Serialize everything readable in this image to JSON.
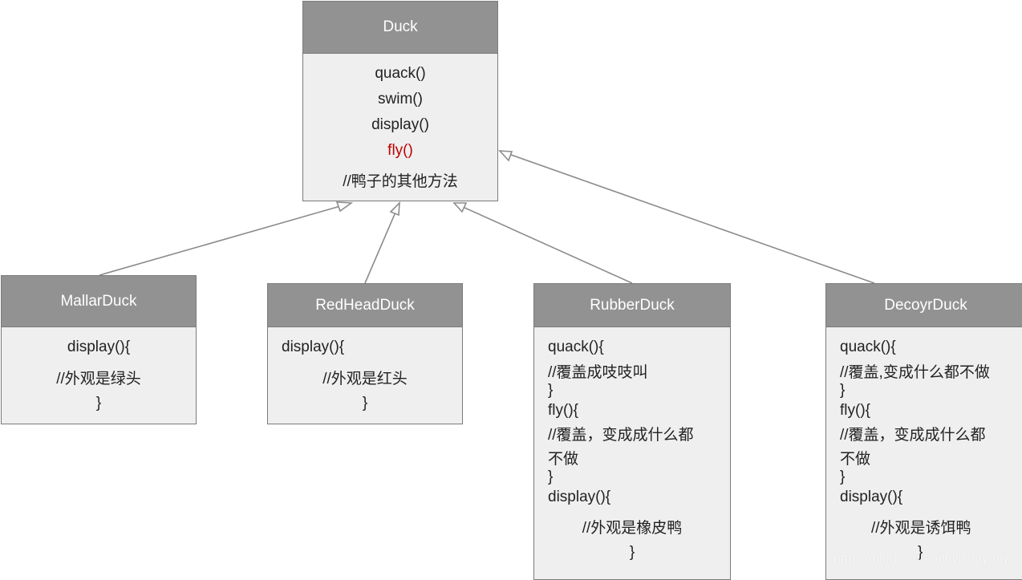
{
  "duck": {
    "title": "Duck",
    "methods": [
      "quack()",
      "swim()",
      "display()",
      "fly()",
      "//鸭子的其他方法"
    ],
    "highlight_color": "#c00000"
  },
  "mallard": {
    "title": "MallarDuck",
    "lines": [
      "display(){",
      "//外观是绿头",
      "}"
    ]
  },
  "redhead": {
    "title": "RedHeadDuck",
    "lines": [
      "display(){",
      "//外观是红头",
      "}"
    ]
  },
  "rubber": {
    "title": "RubberDuck",
    "lines": [
      "quack(){",
      "//覆盖成吱吱叫",
      "}",
      "fly(){",
      "//覆盖，变成成什么都",
      "不做",
      "}",
      "display(){",
      "//外观是橡皮鸭",
      "}"
    ]
  },
  "decoy": {
    "title": "DecoyrDuck",
    "lines": [
      "quack(){",
      "//覆盖,变成什么都不做",
      "}",
      "fly(){",
      "//覆盖，变成成什么都",
      "不做",
      "}",
      "display(){",
      "//外观是诱饵鸭",
      "}"
    ]
  },
  "colors": {
    "header": "#929292",
    "body": "#efefef",
    "border": "#7b7b7b",
    "arrow": "#8c8c8c"
  },
  "watermark": "https://blog.csdn.net/yisuoyanyv"
}
